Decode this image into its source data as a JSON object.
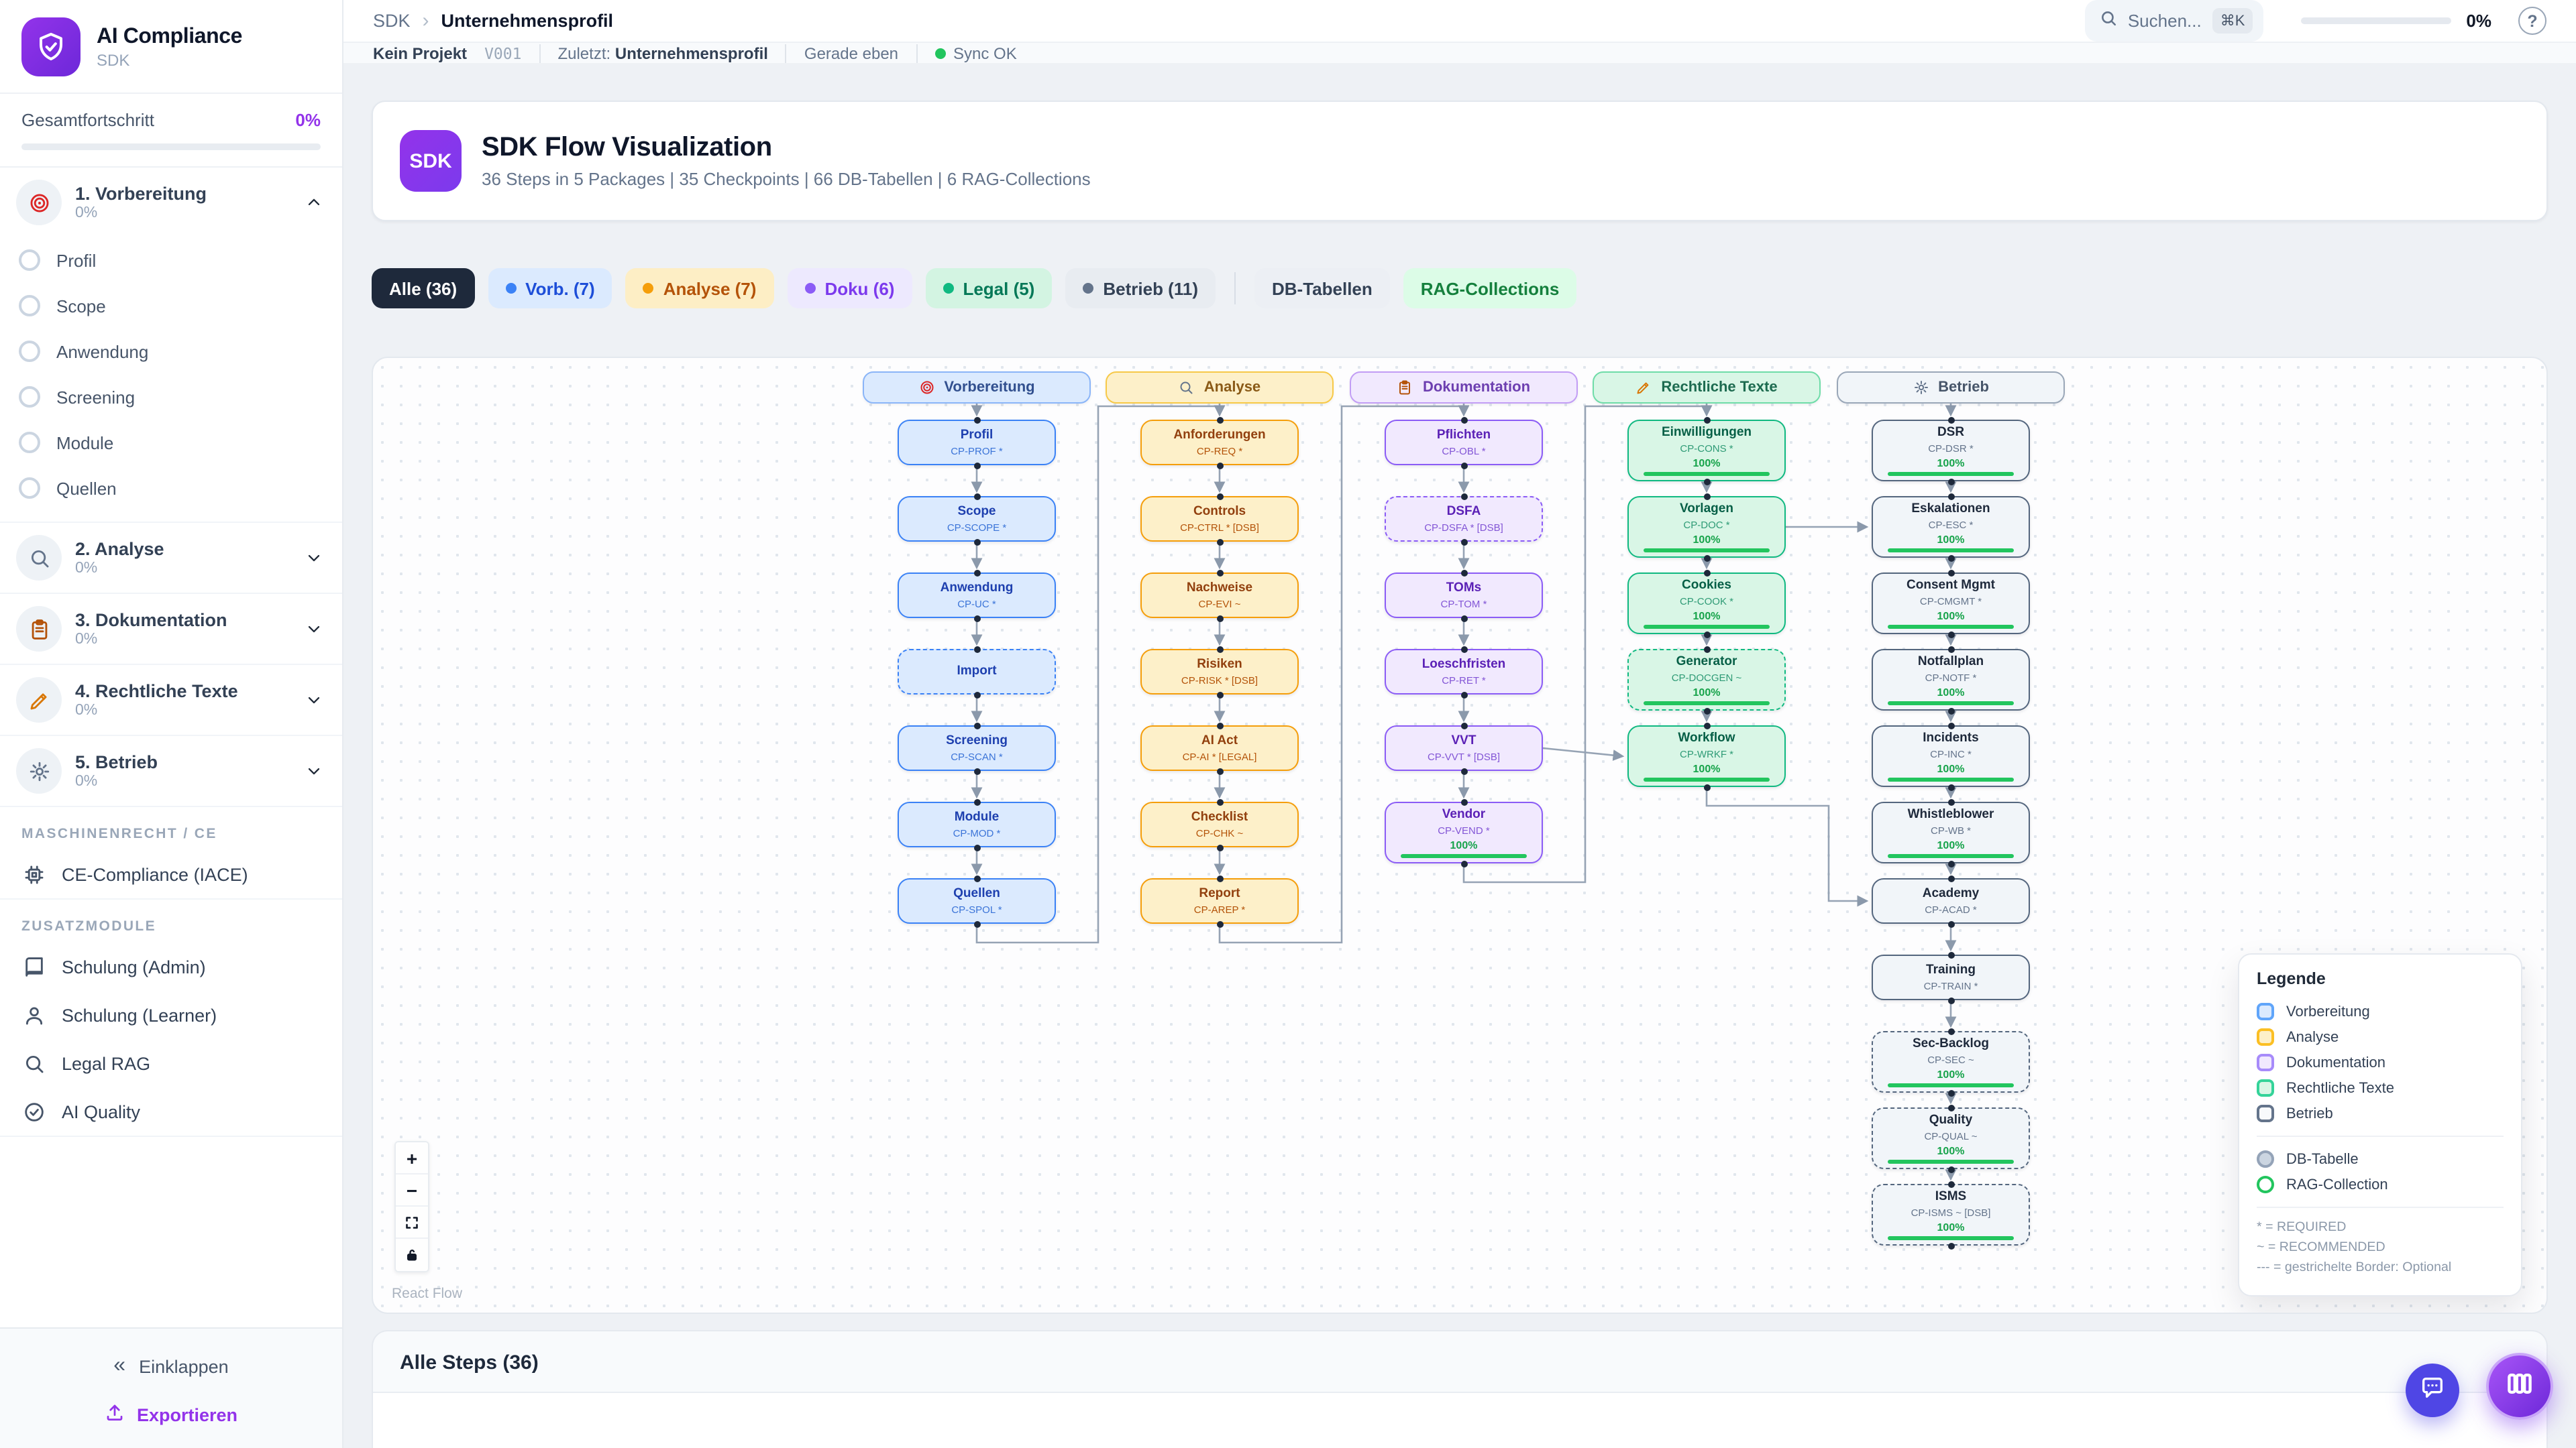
{
  "palette": {
    "brand_purple": "#9333ea",
    "accent_indigo": "#4f46e5",
    "sync_green": "#22c55e",
    "progress_green": "#16a34a",
    "blue": "#3b82f6",
    "amber": "#f59e0b",
    "purple": "#8b5cf6",
    "green": "#10b981",
    "slate": "#64748b",
    "dark_chip": "#1e293b"
  },
  "sidebar": {
    "app_title": "AI Compliance",
    "app_subtitle": "SDK",
    "progress_label": "Gesamtfortschritt",
    "progress_value": "0%",
    "phases": [
      {
        "label": "1. Vorbereitung",
        "progress": "0%",
        "icon": "target",
        "expanded": true,
        "children": [
          "Profil",
          "Scope",
          "Anwendung",
          "Screening",
          "Module",
          "Quellen"
        ]
      },
      {
        "label": "2. Analyse",
        "progress": "0%",
        "icon": "search",
        "expanded": false,
        "children": []
      },
      {
        "label": "3. Dokumentation",
        "progress": "0%",
        "icon": "clipboard",
        "expanded": false,
        "children": []
      },
      {
        "label": "4. Rechtliche Texte",
        "progress": "0%",
        "icon": "memo",
        "expanded": false,
        "children": []
      },
      {
        "label": "5. Betrieb",
        "progress": "0%",
        "icon": "gear",
        "expanded": false,
        "children": []
      }
    ],
    "sections": [
      {
        "title": "MASCHINENRECHT / CE",
        "items": [
          {
            "label": "CE-Compliance (IACE)",
            "icon": "cpu"
          }
        ]
      },
      {
        "title": "ZUSATZMODULE",
        "items": [
          {
            "label": "Schulung (Admin)",
            "icon": "book"
          },
          {
            "label": "Schulung (Learner)",
            "icon": "user"
          },
          {
            "label": "Legal RAG",
            "icon": "search-plain"
          },
          {
            "label": "AI Quality",
            "icon": "check-circle"
          }
        ]
      }
    ],
    "collapse_label": "Einklappen",
    "collapse_glyph": "«",
    "export_label": "Exportieren"
  },
  "header": {
    "breadcrumb_root": "SDK",
    "breadcrumb_sep": "›",
    "breadcrumb_current": "Unternehmensprofil",
    "search_placeholder": "Suchen...",
    "search_shortcut": "⌘K",
    "progress_value": "0%",
    "help_glyph": "?"
  },
  "statusbar": {
    "project": "Kein Projekt",
    "version": "V001",
    "last_label": "Zuletzt:",
    "last_value": "Unternehmensprofil",
    "time": "Gerade eben",
    "sync": "Sync OK"
  },
  "hero": {
    "avatar_text": "SDK",
    "title": "SDK Flow Visualization",
    "subtitle": "36 Steps in 5 Packages | 35 Checkpoints | 66 DB-Tabellen | 6 RAG-Collections"
  },
  "filters": {
    "chips": [
      {
        "label": "Alle (36)",
        "variant": "dark"
      },
      {
        "label": "Vorb. (7)",
        "variant": "blue",
        "dot": "#3b82f6"
      },
      {
        "label": "Analyse (7)",
        "variant": "amber",
        "dot": "#f59e0b"
      },
      {
        "label": "Doku (6)",
        "variant": "purple",
        "dot": "#8b5cf6"
      },
      {
        "label": "Legal (5)",
        "variant": "green",
        "dot": "#10b981"
      },
      {
        "label": "Betrieb (11)",
        "variant": "gray",
        "dot": "#64748b"
      },
      {
        "label": "DB-Tabellen",
        "variant": "gray2",
        "divider_before": true
      },
      {
        "label": "RAG-Collections",
        "variant": "green2"
      }
    ]
  },
  "flow": {
    "columns": [
      {
        "title": "Vorbereitung",
        "icon": "target",
        "color": "blue",
        "nodes": [
          {
            "title": "Profil",
            "code": "CP-PROF *"
          },
          {
            "title": "Scope",
            "code": "CP-SCOPE *"
          },
          {
            "title": "Anwendung",
            "code": "CP-UC *"
          },
          {
            "title": "Import",
            "dashed": true
          },
          {
            "title": "Screening",
            "code": "CP-SCAN *"
          },
          {
            "title": "Module",
            "code": "CP-MOD *"
          },
          {
            "title": "Quellen",
            "code": "CP-SPOL *"
          }
        ]
      },
      {
        "title": "Analyse",
        "icon": "search",
        "color": "amber",
        "nodes": [
          {
            "title": "Anforderungen",
            "code": "CP-REQ *"
          },
          {
            "title": "Controls",
            "code": "CP-CTRL * [DSB]"
          },
          {
            "title": "Nachweise",
            "code": "CP-EVI ~"
          },
          {
            "title": "Risiken",
            "code": "CP-RISK * [DSB]"
          },
          {
            "title": "AI Act",
            "code": "CP-AI * [LEGAL]"
          },
          {
            "title": "Checklist",
            "code": "CP-CHK ~"
          },
          {
            "title": "Report",
            "code": "CP-AREP *"
          }
        ]
      },
      {
        "title": "Dokumentation",
        "icon": "clipboard",
        "color": "purple",
        "nodes": [
          {
            "title": "Pflichten",
            "code": "CP-OBL *"
          },
          {
            "title": "DSFA",
            "code": "CP-DSFA * [DSB]",
            "dashed": true
          },
          {
            "title": "TOMs",
            "code": "CP-TOM *"
          },
          {
            "title": "Loeschfristen",
            "code": "CP-RET *"
          },
          {
            "title": "VVT",
            "code": "CP-VVT * [DSB]"
          },
          {
            "title": "Vendor",
            "code": "CP-VEND *",
            "progress": "100%"
          }
        ]
      },
      {
        "title": "Rechtliche Texte",
        "icon": "memo",
        "color": "green",
        "nodes": [
          {
            "title": "Einwilligungen",
            "code": "CP-CONS *",
            "progress": "100%"
          },
          {
            "title": "Vorlagen",
            "code": "CP-DOC *",
            "progress": "100%"
          },
          {
            "title": "Cookies",
            "code": "CP-COOK *",
            "progress": "100%"
          },
          {
            "title": "Generator",
            "code": "CP-DOCGEN ~",
            "progress": "100%",
            "dashed": true
          },
          {
            "title": "Workflow",
            "code": "CP-WRKF *",
            "progress": "100%"
          }
        ]
      },
      {
        "title": "Betrieb",
        "icon": "gear",
        "color": "slate",
        "nodes": [
          {
            "title": "DSR",
            "code": "CP-DSR *",
            "progress": "100%"
          },
          {
            "title": "Eskalationen",
            "code": "CP-ESC *",
            "progress": "100%"
          },
          {
            "title": "Consent Mgmt",
            "code": "CP-CMGMT *",
            "progress": "100%"
          },
          {
            "title": "Notfallplan",
            "code": "CP-NOTF *",
            "progress": "100%"
          },
          {
            "title": "Incidents",
            "code": "CP-INC *",
            "progress": "100%"
          },
          {
            "title": "Whistleblower",
            "code": "CP-WB *",
            "progress": "100%"
          },
          {
            "title": "Academy",
            "code": "CP-ACAD *"
          },
          {
            "title": "Training",
            "code": "CP-TRAIN *"
          },
          {
            "title": "Sec-Backlog",
            "code": "CP-SEC ~",
            "progress": "100%",
            "dashed": true
          },
          {
            "title": "Quality",
            "code": "CP-QUAL ~",
            "progress": "100%",
            "dashed": true
          },
          {
            "title": "ISMS",
            "code": "CP-ISMS ~ [DSB]",
            "progress": "100%",
            "dashed": true
          }
        ]
      }
    ],
    "connections": [
      {
        "from": "Quellen",
        "to": "Anforderungen"
      },
      {
        "from": "Report",
        "to": "Pflichten"
      },
      {
        "from": "Vendor",
        "to": "Einwilligungen"
      },
      {
        "from": "Workflow",
        "to": "Academy"
      },
      {
        "from": "Vorlagen",
        "to": "Eskalationen"
      },
      {
        "from": "VVT",
        "to": "Workflow"
      }
    ],
    "controls": [
      "zoom-in",
      "zoom-out",
      "fit-view",
      "lock"
    ],
    "attribution": "React Flow"
  },
  "legend": {
    "title": "Legende",
    "package_items": [
      {
        "label": "Vorbereitung",
        "color": "blue"
      },
      {
        "label": "Analyse",
        "color": "amber"
      },
      {
        "label": "Dokumentation",
        "color": "purple"
      },
      {
        "label": "Rechtliche Texte",
        "color": "green"
      },
      {
        "label": "Betrieb",
        "color": "slate"
      }
    ],
    "db_label": "DB-Tabelle",
    "rag_label": "RAG-Collection",
    "notes": [
      "* = REQUIRED",
      "~ = RECOMMENDED",
      "--- = gestrichelte Border: Optional"
    ]
  },
  "bottom": {
    "heading": "Alle Steps (36)"
  }
}
